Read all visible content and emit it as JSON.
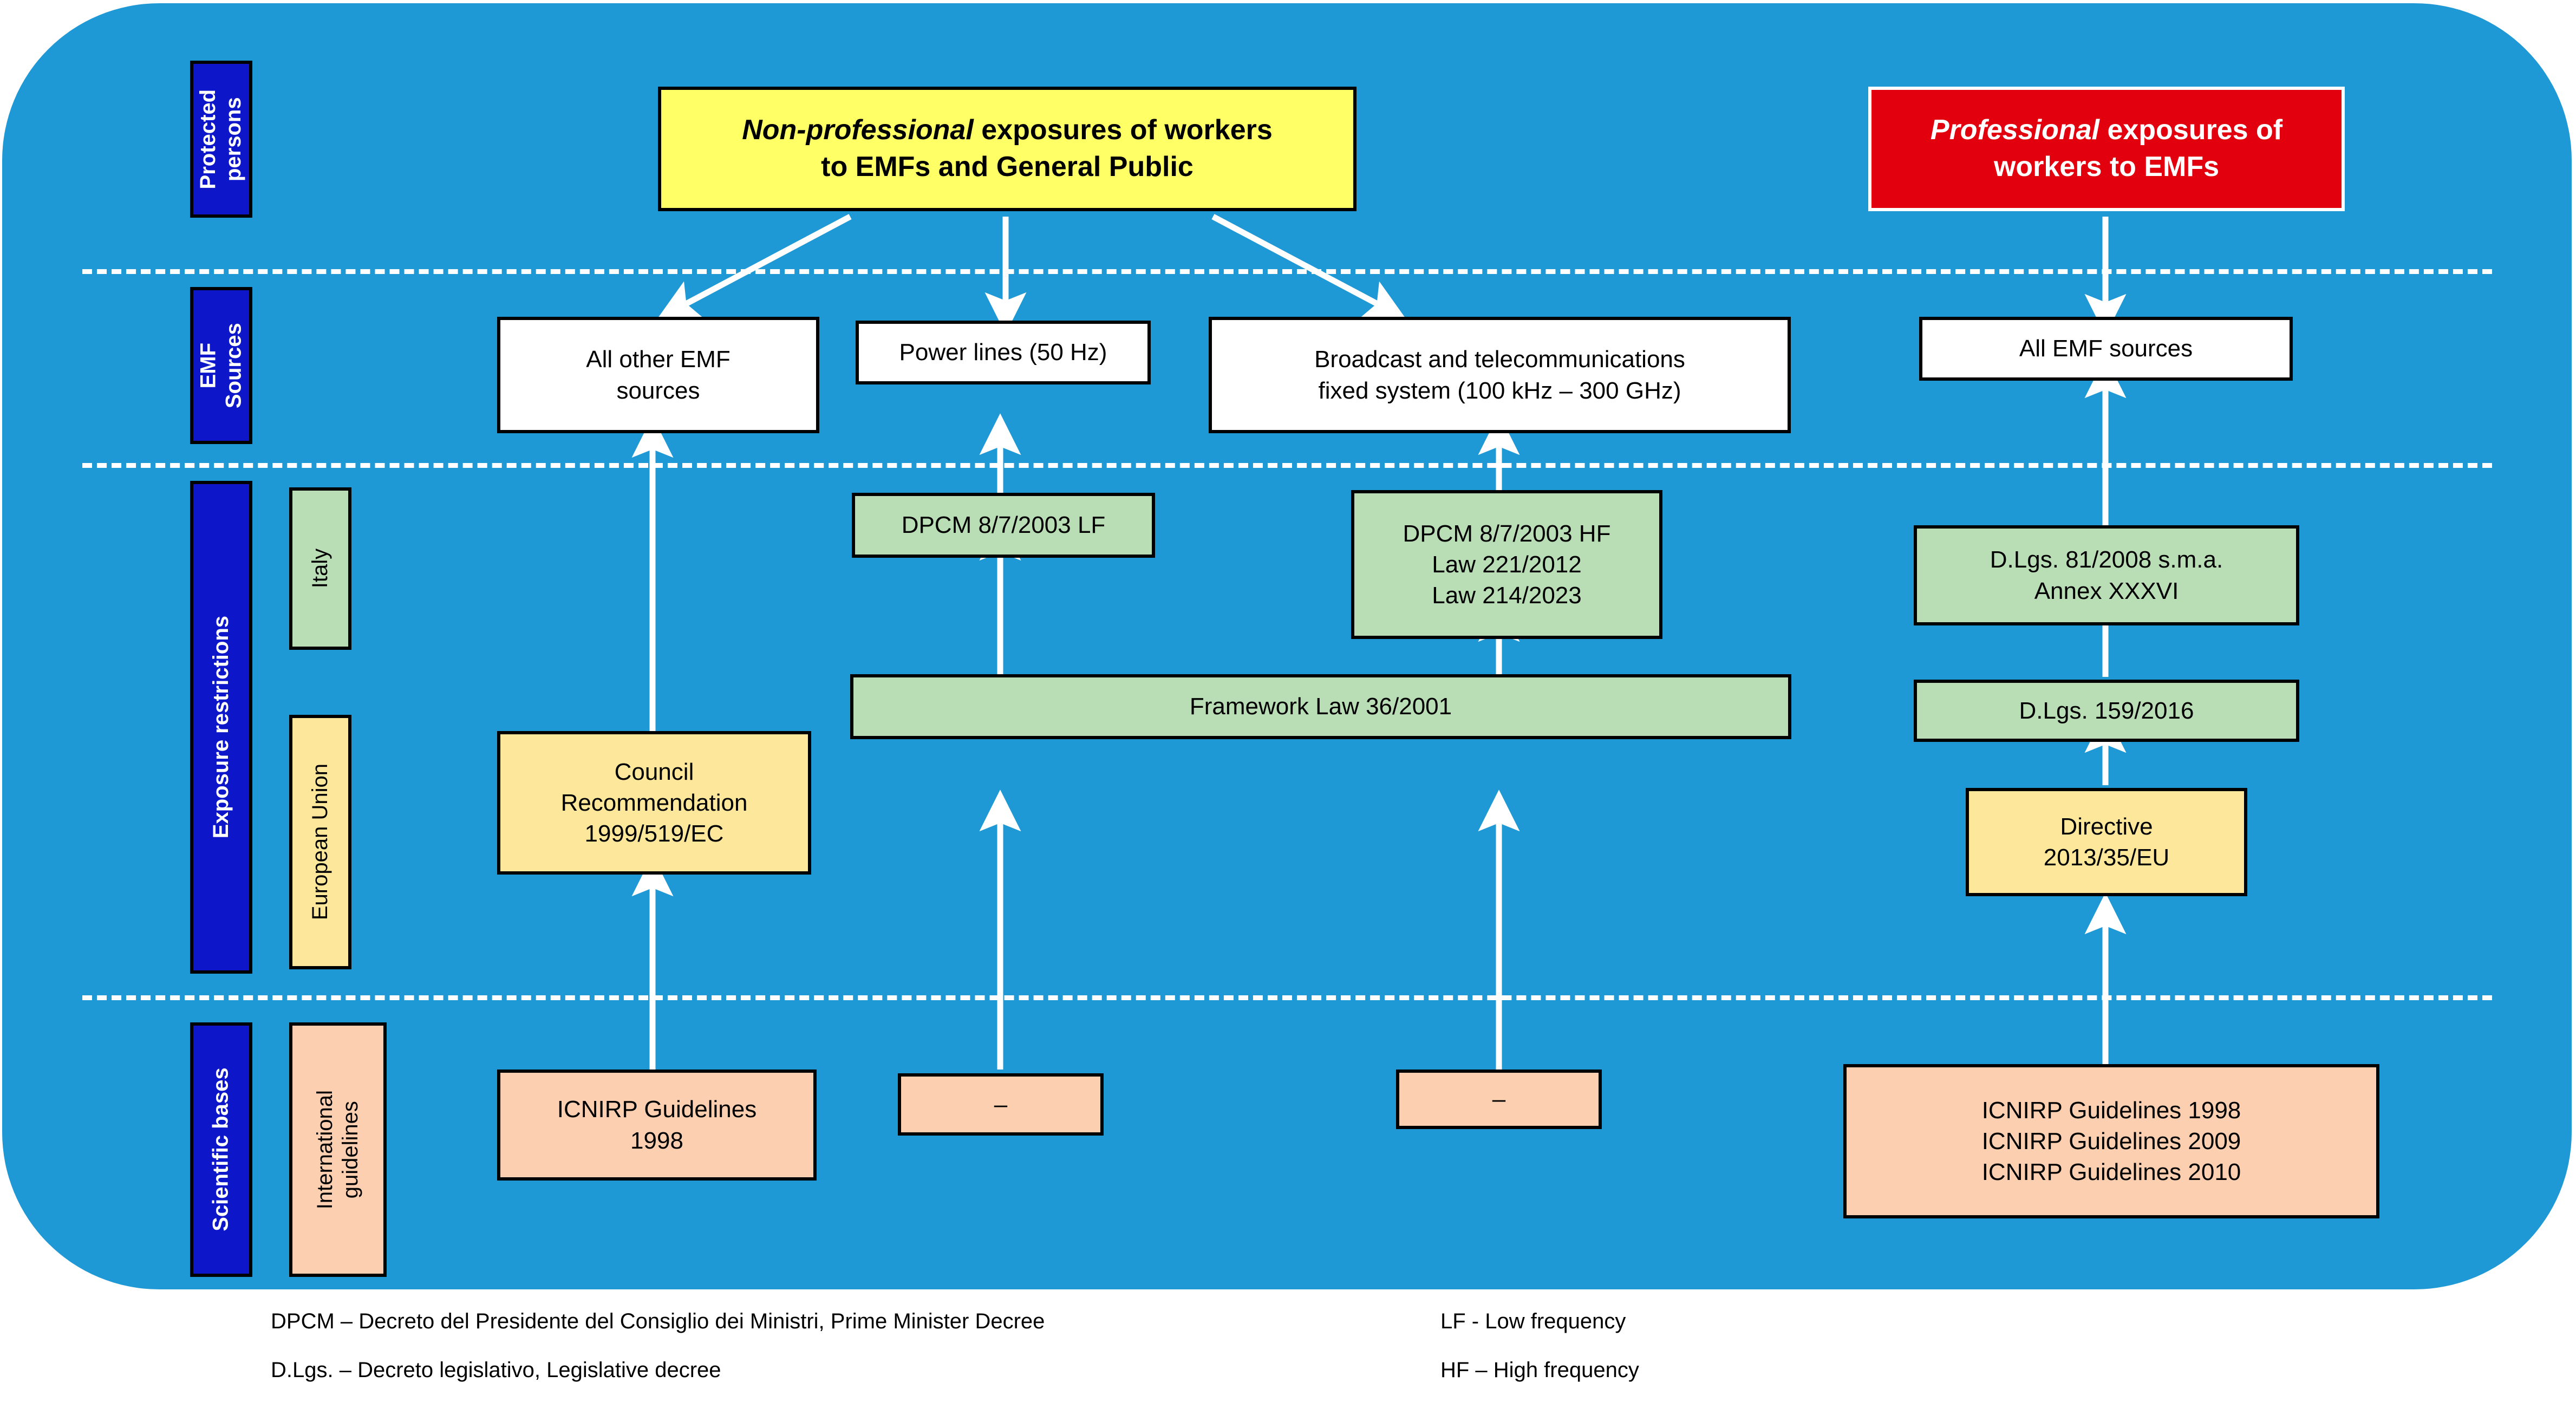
{
  "colors": {
    "panel_blue": "#1f99d5",
    "navy_rail": "#0d16c8",
    "bright_yellow": "#ffff66",
    "red": "#e2000f",
    "green": "#b9ddb4",
    "pale_yellow": "#fde79b",
    "peach": "#fbcfb0",
    "white": "#ffffff",
    "black": "#000000",
    "arrow_white": "#ffffff"
  },
  "rails": {
    "protected_persons": "Protected\npersons",
    "protected_persons_l1": "Protected",
    "protected_persons_l2": "persons",
    "emf_sources_l1": "EMF",
    "emf_sources_l2": "Sources",
    "exposure_restrictions": "Exposure restrictions",
    "scientific_bases": "Scientific bases",
    "italy": "Italy",
    "european_union": "European Union",
    "international_guidelines_l1": "International",
    "international_guidelines_l2": "guidelines"
  },
  "headers": {
    "nonprofessional_emph": "Non-professional",
    "nonprofessional_rest": " exposures of workers",
    "nonprofessional_line2": "to EMFs and General Public",
    "professional_emph": "Professional",
    "professional_rest": " exposures of",
    "professional_line2": "workers to EMFs"
  },
  "sources": {
    "all_other_l1": "All other EMF",
    "all_other_l2": "sources",
    "power_lines": "Power lines (50 Hz)",
    "broadcast_l1": "Broadcast and telecommunications",
    "broadcast_l2": "fixed system (100 kHz – 300 GHz)",
    "all_emf_sources": "All EMF sources"
  },
  "restrictions": {
    "dpcm_lf": "DPCM 8/7/2003 LF",
    "dpcm_hf_l1": "DPCM 8/7/2003 HF",
    "dpcm_hf_l2": "Law 221/2012",
    "dpcm_hf_l3": "Law 214/2023",
    "framework_law": "Framework Law 36/2001",
    "dlgs81_l1": "D.Lgs. 81/2008 s.m.a.",
    "dlgs81_l2": "Annex XXXVI",
    "dlgs159": "D.Lgs. 159/2016",
    "council_rec_l1": "Council",
    "council_rec_l2": "Recommendation",
    "council_rec_l3": "1999/519/EC",
    "directive_l1": "Directive",
    "directive_l2": "2013/35/EU"
  },
  "scientific": {
    "icnirp_1998_l1": "ICNIRP Guidelines",
    "icnirp_1998_l2": "1998",
    "dash_mid_lf": "–",
    "dash_mid_hf": "–",
    "icnirp_right_l1": "ICNIRP Guidelines 1998",
    "icnirp_right_l2": "ICNIRP Guidelines 2009",
    "icnirp_right_l3": "ICNIRP Guidelines 2010"
  },
  "legend": {
    "dpcm": "DPCM – Decreto del Presidente del Consiglio dei Ministri, Prime Minister Decree",
    "dlgs": "D.Lgs. – Decreto legislativo, Legislative decree",
    "lf": "LF -  Low frequency",
    "hf": "HF – High frequency"
  }
}
